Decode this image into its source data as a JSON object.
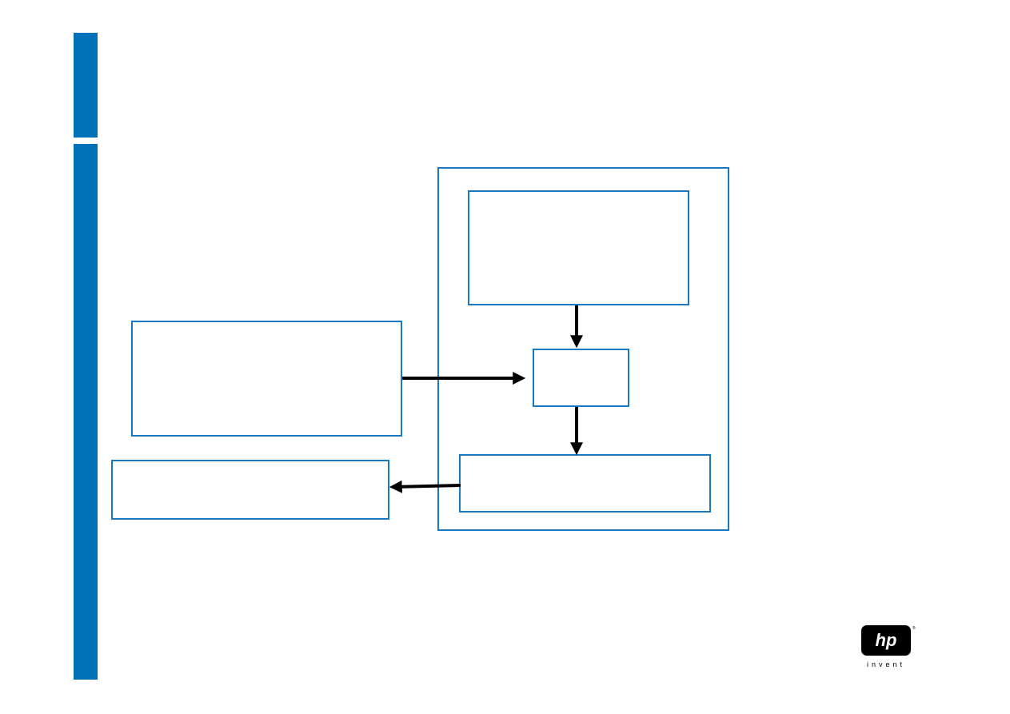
{
  "colors": {
    "accent": "#0070b8",
    "box_border": "#1a78c2",
    "arrow": "#000000",
    "background": "#ffffff",
    "logo_fill": "#000000"
  },
  "diagram": {
    "outer_container": {},
    "boxes": [
      {
        "id": "top-input-box"
      },
      {
        "id": "center-process-box"
      },
      {
        "id": "output-box"
      },
      {
        "id": "left-source-box"
      },
      {
        "id": "left-result-box"
      }
    ],
    "connectors": [
      {
        "from": "top-input-box",
        "to": "center-process-box"
      },
      {
        "from": "center-process-box",
        "to": "output-box"
      },
      {
        "from": "left-source-box",
        "to": "center-process-box"
      },
      {
        "from": "output-box",
        "to": "left-result-box"
      }
    ]
  },
  "logo": {
    "brand": "hp",
    "tagline": "invent",
    "icon": "hp-logo-icon"
  }
}
